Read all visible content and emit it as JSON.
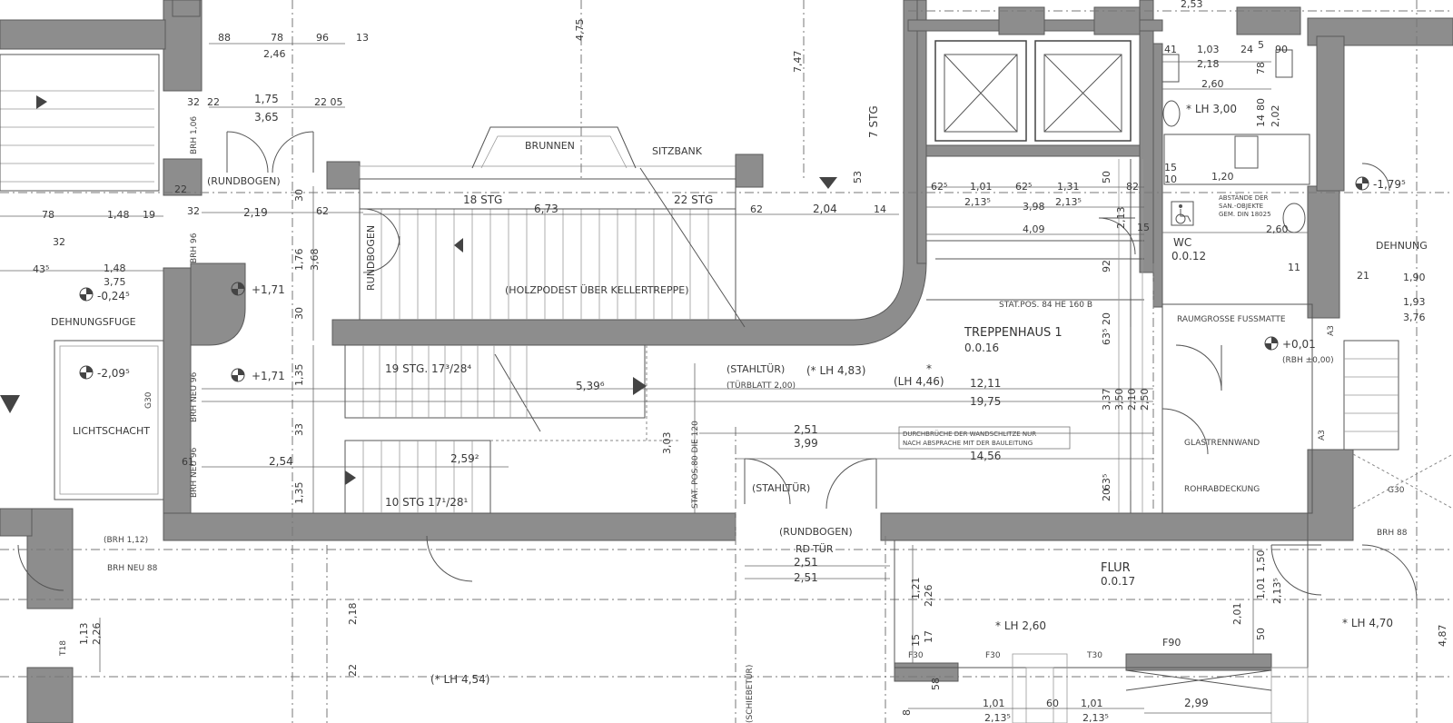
{
  "rooms": {
    "stairwell": {
      "name": "TREPPENHAUS 1",
      "number": "0.0.16"
    },
    "corridor": {
      "name": "FLUR",
      "number": "0.0.17"
    },
    "wc": {
      "name": "WC",
      "number": "0.0.12"
    },
    "light_well": {
      "name": "LICHTSCHACHT"
    }
  },
  "labels": {
    "brunnen": "BRUNNEN",
    "sitzbank": "SITZBANK",
    "holzpodest": "(HOLZPODEST ÜBER KELLERTREPPE)",
    "rundbogen_top": "(RUNDBOGEN)",
    "rundbogen_vert": "RUNDBOGEN",
    "rundbogen_bottom": "(RUNDBOGEN)",
    "rd_tuer": "RD-TÜR",
    "stahltuer_1": "(STAHLTÜR)",
    "tuerblatt": "(TÜRBLATT 2,00)",
    "stahltuer_2": "(STAHLTÜR)",
    "dehnungsfuge": "DEHNUNGSFUGE",
    "dehnung": "DEHNUNG",
    "raumgrosse_fussmatte": "RAUMGROSSE FUSSMATTE",
    "glastrennwand": "GLASTRENNWAND",
    "rohrabdeckung": "ROHRABDECKUNG",
    "durchbrueche_1": "DURCHBRÜCHE DER WANDSCHLITZE NUR",
    "durchbrueche_2": "NACH ABSPRACHE MIT DER BAULEITUNG",
    "stat_pos_1": "STAT.POS. 84 HE 160 B",
    "stat_pos_2": "STAT. POS.80 DIE 120",
    "abstaende_1": "ABSTÄNDE DER",
    "abstaende_2": "SAN.-OBJEKTE",
    "abstaende_3": "GEM. DIN 18025",
    "brh_neu_88": "BRH NEU 88",
    "brh_112": "(BRH 1,12)",
    "brh_88": "BRH 88",
    "brh_106": "BRH 1,06",
    "brh_neu_96a": "BRH NEU 96",
    "brh_neu_96b": "BRH NEU 96",
    "brh_96": "BRH 96",
    "f30_a": "F30",
    "f30_b": "F30",
    "t30": "T30",
    "f90": "F90",
    "t18": "T18",
    "a3_a": "A3",
    "a3_b": "A3",
    "g30_a": "G30",
    "g30_b": "G30",
    "schiebetuer": "(SCHIEBETÜR)"
  },
  "stairs": {
    "s18": "18 STG",
    "s22": "22 STG",
    "s7": "7 STG",
    "s19": "19 STG. 17³/28⁴",
    "s10": "10 STG 17¹/28¹"
  },
  "levels": {
    "l1": "+1,71",
    "l2": "+1,71",
    "l3": "-0,24⁵",
    "l4": "-2,09⁵",
    "l5": "+0,01",
    "l6": "-1,79⁵",
    "rbh": "(RBH ±0,00)"
  },
  "heights": {
    "lh483": "(* LH 4,83)",
    "lh446": "(LH 4,46)",
    "lh300": "* LH 3,00",
    "lh260": "* LH 2,60",
    "lh470": "* LH 4,70",
    "lh454": "(* LH 4,54)",
    "star": "*"
  },
  "dims": {
    "d88": "88",
    "d78a": "78",
    "d96a": "96",
    "d13": "13",
    "d246": "2,46",
    "d475": "4,75",
    "d747": "7,47",
    "d253": "2,53",
    "d32a": "32",
    "d22a": "22",
    "d175": "1,75",
    "d2205": "22 05",
    "d365": "3,65",
    "d22b": "22",
    "d32b": "32",
    "d219": "2,19",
    "d30a": "30",
    "d62a": "62",
    "d673": "6,73",
    "d62b": "62",
    "d204": "2,04",
    "d14": "14",
    "d53": "53",
    "d78b": "78",
    "d148a": "1,48",
    "d19": "19",
    "d32c": "32",
    "d43": "43⁵",
    "d148b": "1,48",
    "d375": "3,75",
    "d176": "1,76",
    "d368": "3,68",
    "d30b": "30",
    "d135a": "1,35",
    "d33": "33",
    "d135b": "1,35",
    "d61": "61",
    "d254": "2,54",
    "d259": "2,59²",
    "d539": "5,39⁶",
    "d1211": "12,11",
    "d1975": "19,75",
    "d251a": "2,51",
    "d399": "3,99",
    "d1456": "14,56",
    "d303": "3,03",
    "d251b": "2,51",
    "d251c": "2,51",
    "d625a": "62⁵",
    "d101a": "1,01",
    "d625b": "62⁵",
    "d131": "1,31",
    "d50a": "50",
    "d82": "82",
    "d2135a": "2,13⁵",
    "d398": "3,98",
    "d2135b": "2,13⁵",
    "d409": "4,09",
    "d213": "2,13",
    "d15a": "15",
    "d41": "41",
    "d103": "1,03",
    "d24": "24",
    "d5": "5",
    "d90": "90",
    "d218": "2,18",
    "d78c": "78",
    "d260a": "2,60",
    "d80": "80",
    "d14b": "14",
    "d202": "2,02",
    "d15b": "15",
    "d10": "10",
    "d120": "1,20",
    "d260b": "2,60",
    "d11": "11",
    "d121": "21",
    "d190": "1,90",
    "d193": "1,93",
    "d376": "3,76",
    "d92": "92",
    "d20a": "20",
    "d635a": "63⁵",
    "d337": "3,37",
    "d350": "3,50",
    "d210": "2,10",
    "d250": "2,50",
    "d20b": "20",
    "d635b": "63⁵",
    "d218b": "2,18",
    "d222": "22",
    "d113": "1,13",
    "d226a": "2,26",
    "d121b": "1,21",
    "d226b": "2,26",
    "d15c": "15",
    "d17": "17",
    "d201": "2,01",
    "d50b": "50",
    "d101b": "1,01",
    "d150": "1,50",
    "d2135c": "2,13⁵",
    "d487": "4,87",
    "d101c": "1,01",
    "d2135d": "2,13⁵",
    "d60": "60",
    "d101d": "1,01",
    "d2135e": "2,13⁵",
    "d299": "2,99",
    "d8": "8",
    "d58": "58"
  }
}
